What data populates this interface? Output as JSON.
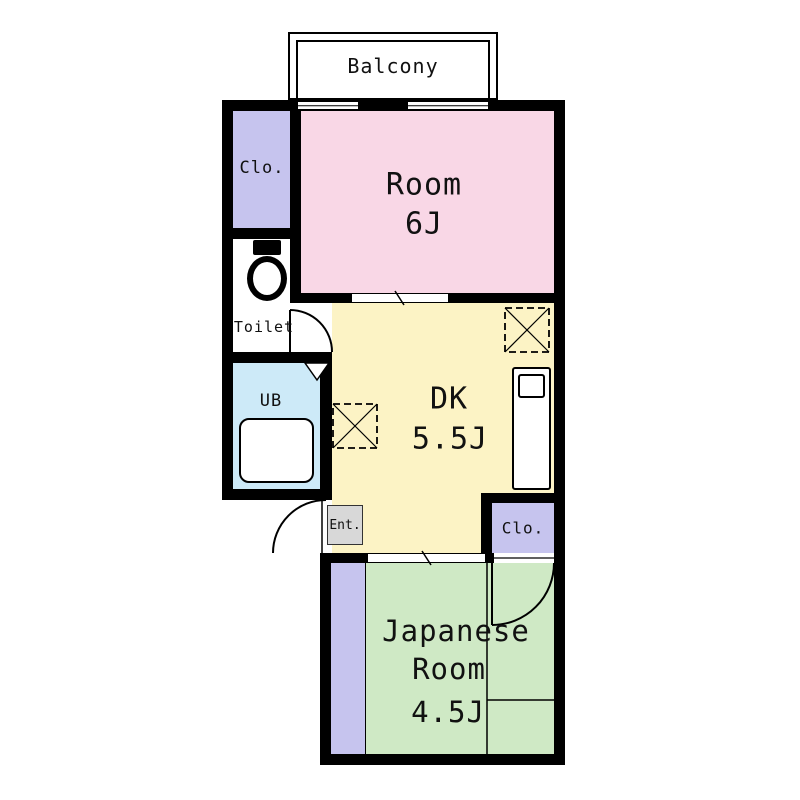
{
  "plan": {
    "balcony_label": "Balcony",
    "closet_top_label": "Clo.",
    "room": {
      "name": "Room",
      "size": "6J",
      "color": "#f9d7e6"
    },
    "toilet_label": "Toilet",
    "ub_label": "UB",
    "ub_color": "#cdeaf8",
    "dk": {
      "name": "DK",
      "size": "5.5J",
      "color": "#fcf3c5"
    },
    "entrance": {
      "label": "Ent.",
      "color": "#d8d8d8"
    },
    "closet_bottom_label": "Clo.",
    "japanese_room": {
      "name_line1": "Japanese",
      "name_line2": "Room",
      "size": "4.5J",
      "color": "#cfe9c5"
    },
    "closet_color": "#c6c4ee",
    "wall_color": "#000000"
  }
}
